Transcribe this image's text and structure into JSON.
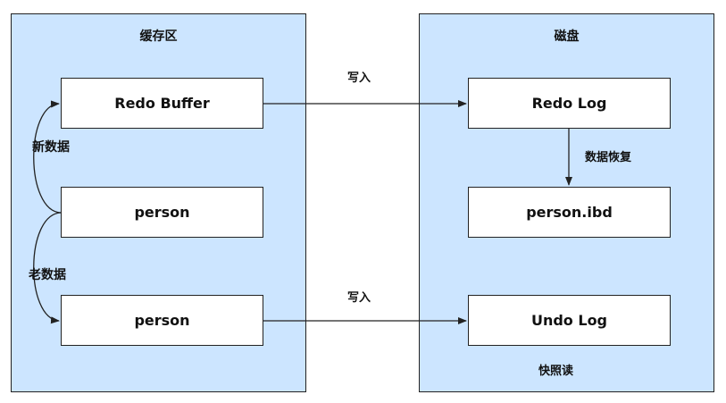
{
  "left_panel": {
    "title": "缓存区",
    "redo_buffer": "Redo Buffer",
    "person_top": "person",
    "person_bottom": "person",
    "new_data_label": "新数据",
    "old_data_label": "老数据"
  },
  "right_panel": {
    "title": "磁盘",
    "redo_log": "Redo Log",
    "person_ibd": "person.ibd",
    "undo_log": "Undo Log",
    "recovery_label": "数据恢复",
    "snapshot_label": "快照读"
  },
  "arrows": {
    "write_top": "写入",
    "write_bottom": "写入"
  },
  "colors": {
    "panel_fill": "#cce5ff",
    "border": "#222222",
    "box_fill": "#ffffff"
  }
}
